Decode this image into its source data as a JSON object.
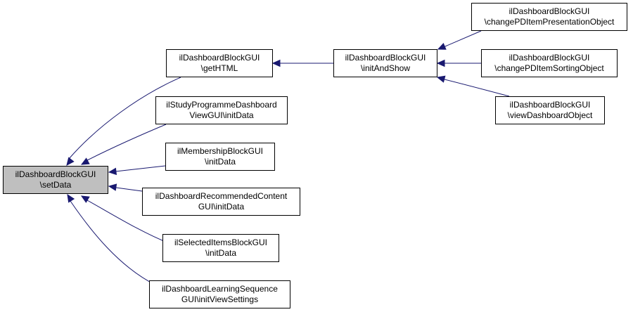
{
  "graph": {
    "colors": {
      "edge": "#191970",
      "root_fill": "#bfbfbf",
      "node_fill": "#ffffff",
      "border": "#000000"
    },
    "nodes": {
      "setData": {
        "lines": [
          "ilDashboardBlockGUI",
          "\\setData"
        ],
        "is_root": true
      },
      "getHTML": {
        "lines": [
          "ilDashboardBlockGUI",
          "\\getHTML"
        ]
      },
      "studyInitData": {
        "lines": [
          "ilStudyProgrammeDashboard",
          "ViewGUI\\initData"
        ]
      },
      "membershipInitData": {
        "lines": [
          "ilMembershipBlockGUI",
          "\\initData"
        ]
      },
      "recommendedInitData": {
        "lines": [
          "ilDashboardRecommendedContent",
          "GUI\\initData"
        ]
      },
      "selectedInitData": {
        "lines": [
          "ilSelectedItemsBlockGUI",
          "\\initData"
        ]
      },
      "learningInitView": {
        "lines": [
          "ilDashboardLearningSequence",
          "GUI\\initViewSettings"
        ]
      },
      "initAndShow": {
        "lines": [
          "ilDashboardBlockGUI",
          "\\initAndShow"
        ]
      },
      "changePresentation": {
        "lines": [
          "ilDashboardBlockGUI",
          "\\changePDItemPresentationObject"
        ]
      },
      "changeSorting": {
        "lines": [
          "ilDashboardBlockGUI",
          "\\changePDItemSortingObject"
        ]
      },
      "viewDashboard": {
        "lines": [
          "ilDashboardBlockGUI",
          "\\viewDashboardObject"
        ]
      }
    },
    "edges": [
      {
        "from": "getHTML",
        "to": "setData"
      },
      {
        "from": "studyInitData",
        "to": "setData"
      },
      {
        "from": "membershipInitData",
        "to": "setData"
      },
      {
        "from": "recommendedInitData",
        "to": "setData"
      },
      {
        "from": "selectedInitData",
        "to": "setData"
      },
      {
        "from": "learningInitView",
        "to": "setData"
      },
      {
        "from": "initAndShow",
        "to": "getHTML"
      },
      {
        "from": "changePresentation",
        "to": "initAndShow"
      },
      {
        "from": "changeSorting",
        "to": "initAndShow"
      },
      {
        "from": "viewDashboard",
        "to": "initAndShow"
      }
    ]
  }
}
